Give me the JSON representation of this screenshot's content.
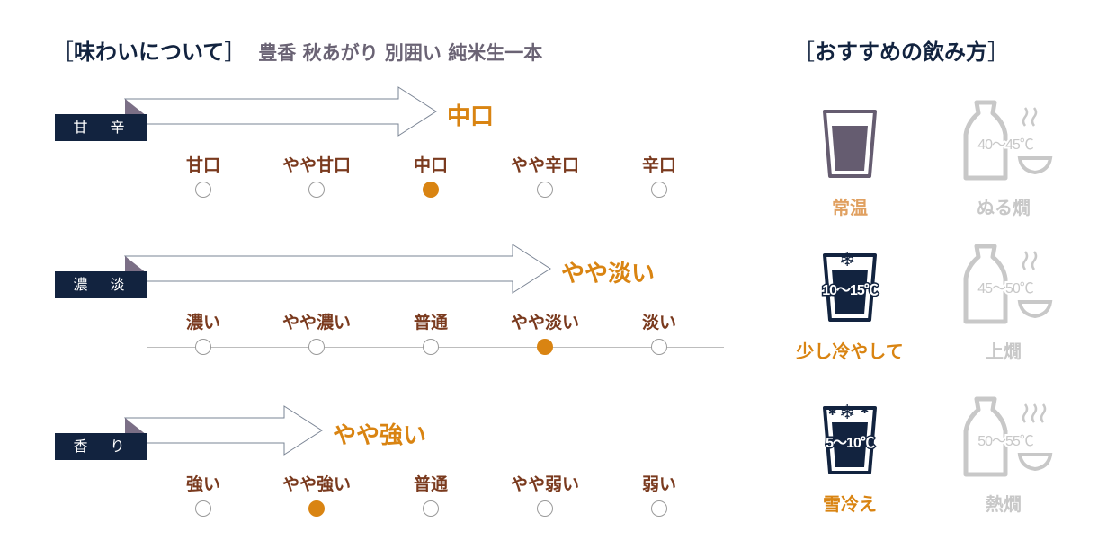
{
  "header": {
    "title": "味わいについて",
    "bracket_open": "［",
    "bracket_close": "］",
    "product": "豊香 秋あがり 別囲い 純米生一本"
  },
  "taste_scales": [
    {
      "category": "甘 辛",
      "result": "中口",
      "selected_index": 2,
      "options": [
        "甘口",
        "やや甘口",
        "中口",
        "やや辛口",
        "辛口"
      ]
    },
    {
      "category": "濃 淡",
      "result": "やや淡い",
      "selected_index": 3,
      "options": [
        "濃い",
        "やや濃い",
        "普通",
        "やや淡い",
        "淡い"
      ]
    },
    {
      "category": "香 り",
      "result": "やや強い",
      "selected_index": 1,
      "options": [
        "強い",
        "やや強い",
        "普通",
        "やや弱い",
        "弱い"
      ]
    }
  ],
  "serving": {
    "title": "おすすめの飲み方",
    "items": [
      {
        "name": "常温",
        "icon": "glass-room-temp-icon",
        "temp": "",
        "active": true,
        "color": "#e0a060"
      },
      {
        "name": "ぬる燗",
        "icon": "tokkuri-warm-icon",
        "temp": "40〜45℃",
        "active": false,
        "color": "#c8c8c8"
      },
      {
        "name": "少し冷やして",
        "icon": "glass-chilled-icon",
        "temp": "10〜15℃",
        "active": true,
        "color": "#d98412"
      },
      {
        "name": "上燗",
        "icon": "tokkuri-warm-icon",
        "temp": "45〜50℃",
        "active": false,
        "color": "#c8c8c8"
      },
      {
        "name": "雪冷え",
        "icon": "glass-snow-cold-icon",
        "temp": "5〜10℃",
        "active": true,
        "color": "#d98412"
      },
      {
        "name": "熱燗",
        "icon": "tokkuri-hot-icon",
        "temp": "50〜55℃",
        "active": false,
        "color": "#c8c8c8"
      }
    ]
  },
  "colors": {
    "navy": "#12233f",
    "accent": "#d98412",
    "label_brown": "#7a3a1e",
    "inactive_gray": "#c8c8c8",
    "glass_purple": "#655c70"
  }
}
